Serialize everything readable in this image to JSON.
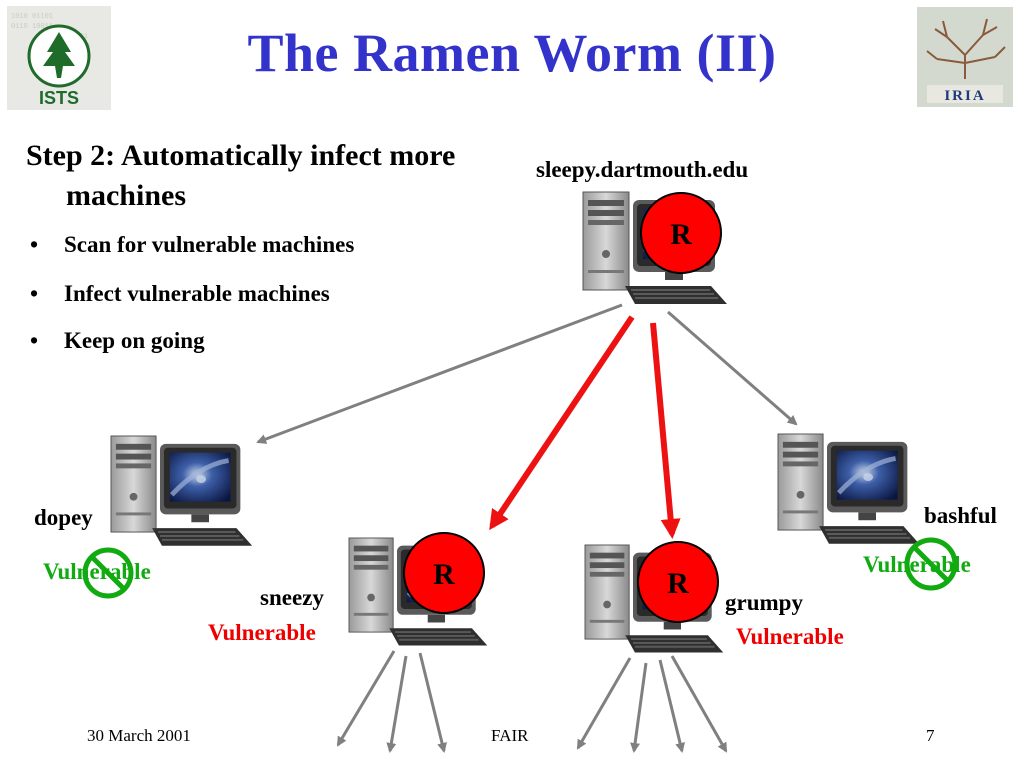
{
  "slide": {
    "title": "The Ramen Worm (II)",
    "step_heading": "Step 2: Automatically infect more machines",
    "bullets": [
      "Scan for vulnerable machines",
      "Infect vulnerable machines",
      "Keep on going"
    ],
    "bullet_marker": "•"
  },
  "logos": {
    "ists_text": "ISTS",
    "iria_text": "IRIA"
  },
  "diagram": {
    "origin_host": "sleepy.dartmouth.edu",
    "infected_badge": "R",
    "hosts": {
      "dopey": {
        "name": "dopey",
        "status": "Vulnerable",
        "crossed_out": true
      },
      "sneezy": {
        "name": "sneezy",
        "status": "Vulnerable",
        "infected": true
      },
      "grumpy": {
        "name": "grumpy",
        "status": "Vulnerable",
        "infected": true
      },
      "bashful": {
        "name": "bashful",
        "status": "Vulnerable",
        "crossed_out": true
      }
    },
    "colors": {
      "infect_arrow": "#ee1111",
      "scan_arrow": "#808080",
      "badge_fill": "#ff0000",
      "vulnerable_red": "#ee0000",
      "vulnerable_green": "#11aa11"
    }
  },
  "footer": {
    "date": "30 March 2001",
    "center": "FAIR",
    "page": "7"
  }
}
